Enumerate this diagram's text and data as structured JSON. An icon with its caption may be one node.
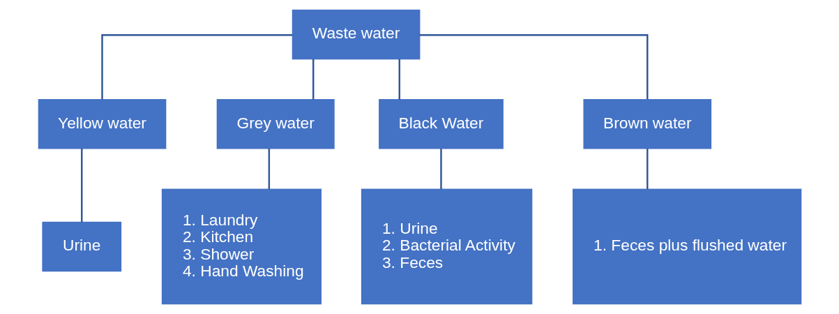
{
  "diagram": {
    "nodes": [
      {
        "text": [
          "Waste water"
        ]
      },
      {
        "text": [
          "Yellow water"
        ]
      },
      {
        "text": [
          "Grey water"
        ]
      },
      {
        "text": [
          "Black Water"
        ]
      },
      {
        "text": [
          "Brown water"
        ]
      },
      {
        "text": [
          "Urine"
        ]
      },
      {
        "text": [
          "1. Laundry",
          "2. Kitchen",
          "3. Shower",
          "4. Hand Washing"
        ]
      },
      {
        "text": [
          "1. Urine",
          "2. Bacterial Activity",
          "3. Feces"
        ]
      },
      {
        "text": [
          "1. Feces plus flushed water"
        ]
      }
    ],
    "edges": [
      {
        "from": 0,
        "to": 1,
        "arrow": "none"
      },
      {
        "from": 0,
        "to": 2,
        "arrow": "none"
      },
      {
        "from": 0,
        "to": 3,
        "arrow": "none"
      },
      {
        "from": 0,
        "to": 4,
        "arrow": "none"
      },
      {
        "from": 1,
        "to": 5,
        "arrow": "none"
      },
      {
        "from": 2,
        "to": 6,
        "arrow": "none"
      },
      {
        "from": 3,
        "to": 7,
        "arrow": "none"
      },
      {
        "from": 4,
        "to": 8,
        "arrow": "none"
      }
    ]
  }
}
